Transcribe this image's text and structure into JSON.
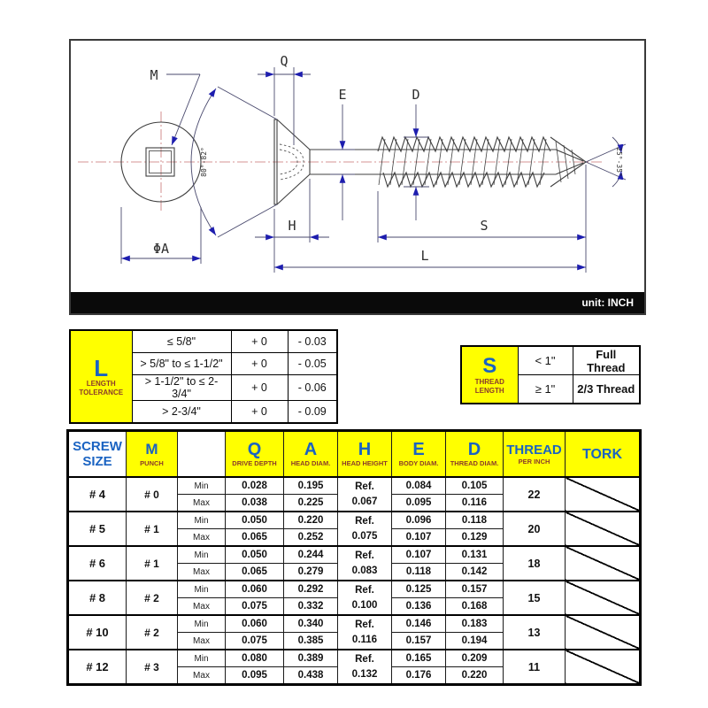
{
  "drawing": {
    "unit_label": "unit: INCH",
    "dim_labels": {
      "m": "M",
      "q": "Q",
      "e": "E",
      "d": "D",
      "h": "H",
      "s": "S",
      "l": "L",
      "phi_a": "ΦA",
      "head_angle": "80°-82°",
      "tip_angle": "25°-35°"
    }
  },
  "l_table": {
    "symbol": "L",
    "title_line1": "LENGTH",
    "title_line2": "TOLERANCE",
    "rows": [
      {
        "range": "≤ 5/8\"",
        "plus": "+ 0",
        "minus": "- 0.03"
      },
      {
        "range": "> 5/8\" to ≤ 1-1/2\"",
        "plus": "+ 0",
        "minus": "- 0.05"
      },
      {
        "range": "> 1-1/2\" to ≤ 2-3/4\"",
        "plus": "+ 0",
        "minus": "- 0.06"
      },
      {
        "range": "> 2-3/4\"",
        "plus": "+ 0",
        "minus": "- 0.09"
      }
    ]
  },
  "s_table": {
    "symbol": "S",
    "title_line1": "THREAD",
    "title_line2": "LENGTH",
    "rows": [
      {
        "range": "< 1\"",
        "value": "Full Thread"
      },
      {
        "range": "≥ 1\"",
        "value": "2/3 Thread"
      }
    ]
  },
  "spec_table": {
    "headers": {
      "screw_size_line1": "SCREW",
      "screw_size_line2": "SIZE",
      "m": "M",
      "m_sub": "PUNCH",
      "q": "Q",
      "q_sub": "DRIVE DEPTH",
      "a": "A",
      "a_sub": "HEAD DIAM.",
      "h": "H",
      "h_sub": "HEAD HEIGHT",
      "e": "E",
      "e_sub": "BODY DIAM.",
      "d": "D",
      "d_sub": "THREAD DIAM.",
      "thread": "THREAD",
      "thread_sub": "PER INCH",
      "tork": "TORK",
      "min": "Min",
      "max": "Max"
    },
    "rows": [
      {
        "size": "# 4",
        "punch": "# 0",
        "q_min": "0.028",
        "q_max": "0.038",
        "a_min": "0.195",
        "a_max": "0.225",
        "h_ref": "Ref.",
        "h_val": "0.067",
        "e_min": "0.084",
        "e_max": "0.095",
        "d_min": "0.105",
        "d_max": "0.116",
        "tpi": "22"
      },
      {
        "size": "# 5",
        "punch": "# 1",
        "q_min": "0.050",
        "q_max": "0.065",
        "a_min": "0.220",
        "a_max": "0.252",
        "h_ref": "Ref.",
        "h_val": "0.075",
        "e_min": "0.096",
        "e_max": "0.107",
        "d_min": "0.118",
        "d_max": "0.129",
        "tpi": "20"
      },
      {
        "size": "# 6",
        "punch": "# 1",
        "q_min": "0.050",
        "q_max": "0.065",
        "a_min": "0.244",
        "a_max": "0.279",
        "h_ref": "Ref.",
        "h_val": "0.083",
        "e_min": "0.107",
        "e_max": "0.118",
        "d_min": "0.131",
        "d_max": "0.142",
        "tpi": "18"
      },
      {
        "size": "# 8",
        "punch": "# 2",
        "q_min": "0.060",
        "q_max": "0.075",
        "a_min": "0.292",
        "a_max": "0.332",
        "h_ref": "Ref.",
        "h_val": "0.100",
        "e_min": "0.125",
        "e_max": "0.136",
        "d_min": "0.157",
        "d_max": "0.168",
        "tpi": "15"
      },
      {
        "size": "# 10",
        "punch": "# 2",
        "q_min": "0.060",
        "q_max": "0.075",
        "a_min": "0.340",
        "a_max": "0.385",
        "h_ref": "Ref.",
        "h_val": "0.116",
        "e_min": "0.146",
        "e_max": "0.157",
        "d_min": "0.183",
        "d_max": "0.194",
        "tpi": "13"
      },
      {
        "size": "# 12",
        "punch": "# 3",
        "q_min": "0.080",
        "q_max": "0.095",
        "a_min": "0.389",
        "a_max": "0.438",
        "h_ref": "Ref.",
        "h_val": "0.132",
        "e_min": "0.165",
        "e_max": "0.176",
        "d_min": "0.209",
        "d_max": "0.220",
        "tpi": "11"
      }
    ]
  },
  "colors": {
    "accent_yellow": "#FFFF00",
    "header_blue": "#1a63c2",
    "sub_red": "#8a3b2b",
    "dim_blue": "#1d1dae"
  }
}
